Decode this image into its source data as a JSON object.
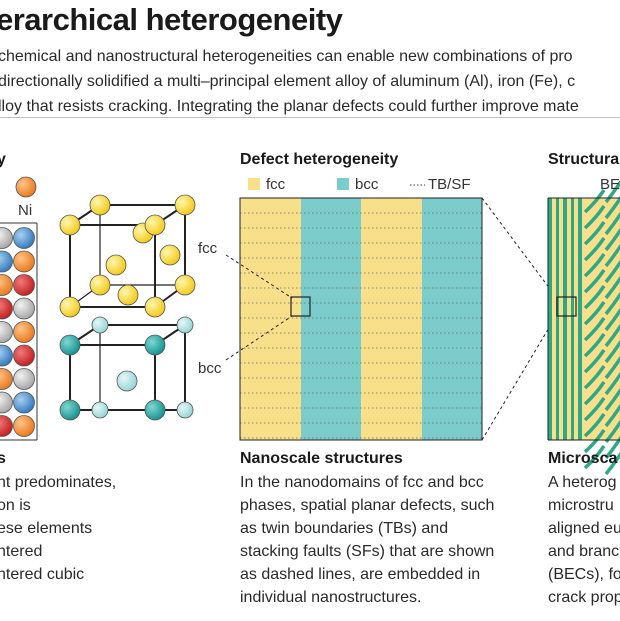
{
  "title": "erarchical heterogeneity",
  "intro_lines": [
    "chemical and nanostructural heterogeneities can enable new combinations of pro",
    "directionally solidified a multi–principal element alloy of aluminum (Al), iron (Fe), c",
    "lloy that resists cracking. Integrating the planar defects could further improve mate"
  ],
  "left_panel": {
    "heading": "y",
    "legend_ni": "Ni",
    "subheading": "s",
    "body_lines": [
      "nt predominates,",
      "on is",
      "ese elements",
      "ntered",
      "ntered cubic"
    ]
  },
  "middle_panel": {
    "heading": "Defect heterogeneity",
    "legend": {
      "fcc": "fcc",
      "bcc": "bcc",
      "tbsf": "TB/SF"
    },
    "callout_fcc": "fcc",
    "callout_bcc": "bcc",
    "subheading": "Nanoscale structures",
    "body_lines": [
      "In the nanodomains of fcc and bcc",
      "phases, spatial planar defects, such",
      "as twin boundaries (TBs) and",
      "stacking faults (SFs) that are shown",
      "as dashed lines, are embedded in",
      "individual nanostructures."
    ]
  },
  "right_panel": {
    "heading": "Structura",
    "legend_bec": "BE",
    "subheading": "Microsca",
    "body_lines": [
      "A heterog",
      "microstru",
      "aligned eu",
      "and branc",
      "(BECs), fo",
      "crack prop"
    ]
  },
  "colors": {
    "fcc": "#f8df8a",
    "bcc": "#7ccccc",
    "green": "#2fa888",
    "atom_yellow": "#f6d21c",
    "atom_teal": "#1a9c9c",
    "atom_lightteal": "#a8dede",
    "atom_orange": "#f0821e",
    "atom_red": "#d22626",
    "atom_grey": "#b5b5b5",
    "atom_blue": "#3d86c8"
  }
}
